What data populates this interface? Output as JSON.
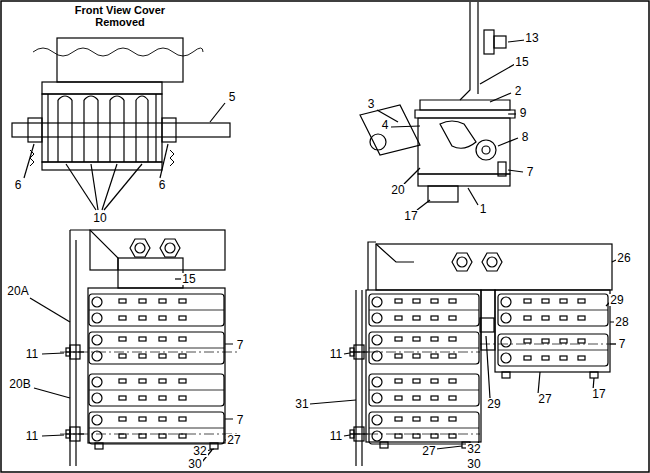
{
  "diagram": {
    "labels": [
      "Front View Cover Removed",
      "5",
      "6",
      "6",
      "10",
      "13",
      "15",
      "3",
      "2",
      "4",
      "9",
      "8",
      "7",
      "20",
      "17",
      "1",
      "15",
      "20A",
      "11",
      "20B",
      "7",
      "11",
      "7",
      "27",
      "32",
      "30",
      "26",
      "29",
      "28",
      "7",
      "11",
      "31",
      "29",
      "27",
      "17",
      "11",
      "27",
      "32",
      "30"
    ]
  }
}
